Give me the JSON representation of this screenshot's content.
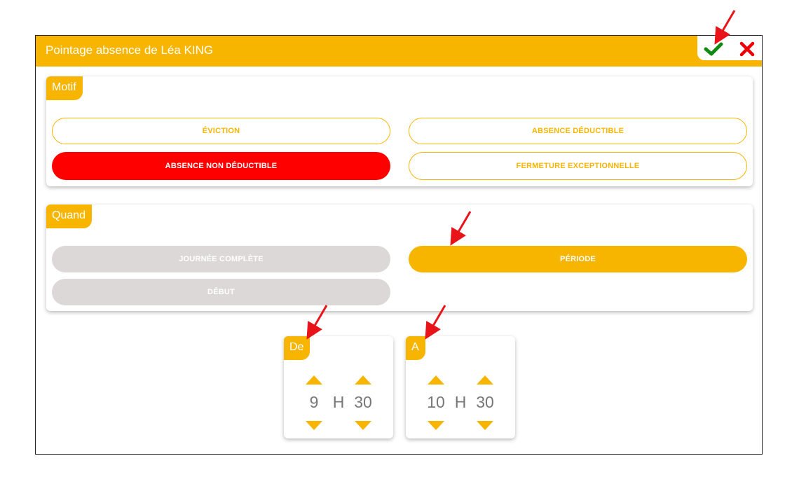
{
  "dialog": {
    "title": "Pointage absence de Léa KING",
    "confirm_icon": "checkmark-icon",
    "close_icon": "close-icon",
    "accent_color": "#f8b500"
  },
  "motif": {
    "label": "Motif",
    "options": [
      "ÉVICTION",
      "ABSENCE DÉDUCTIBLE",
      "ABSENCE NON DÉDUCTIBLE",
      "FERMETURE EXCEPTIONNELLE"
    ],
    "selected": "ABSENCE NON DÉDUCTIBLE",
    "selected_color": "#ff0000"
  },
  "quand": {
    "label": "Quand",
    "options": [
      "JOURNÉE COMPLÈTE",
      "PÉRIODE",
      "DÉBUT"
    ],
    "selected": "PÉRIODE"
  },
  "time_from": {
    "label": "De",
    "hour": "9",
    "separator": "H",
    "minute": "30"
  },
  "time_to": {
    "label": "A",
    "hour": "10",
    "separator": "H",
    "minute": "30"
  }
}
